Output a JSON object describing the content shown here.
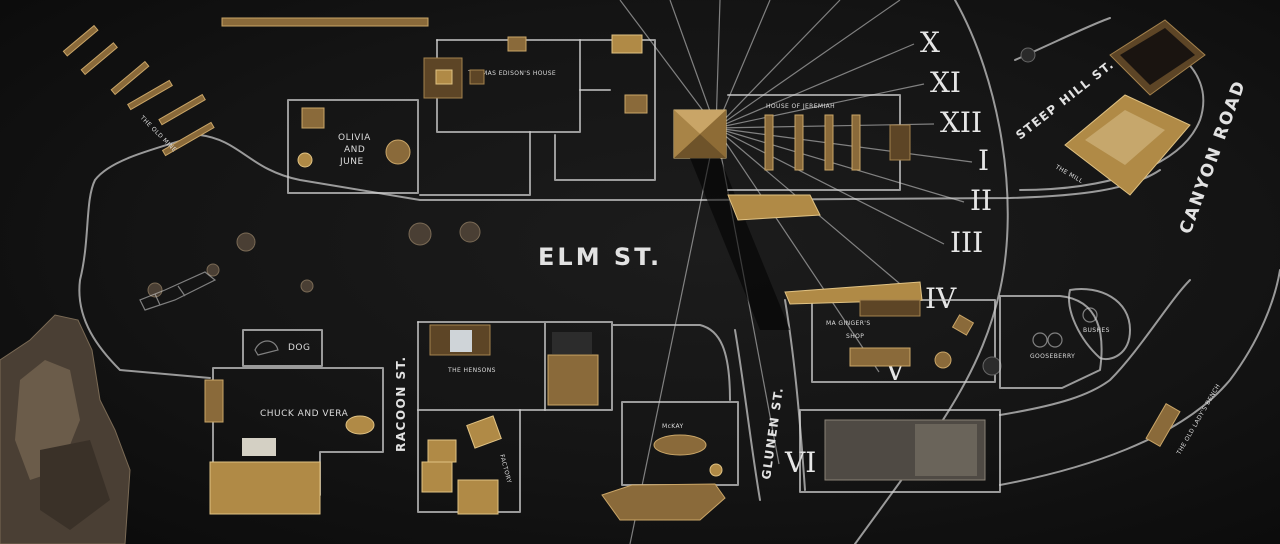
{
  "map": {
    "streets": {
      "elm": "ELM ST.",
      "canyon": "CANYON ROAD",
      "steep_hill": "STEEP HILL ST.",
      "racoon": "RACOON ST.",
      "glunen": "GLUNEN ST."
    },
    "places": {
      "thomas_edison": "THOMAS EDISON'S HOUSE",
      "olivia_june_1": "OLIVIA",
      "olivia_june_2": "AND",
      "olivia_june_3": "JUNE",
      "jeremiah": "HOUSE OF JEREMIAH",
      "hensons": "THE HENSONS",
      "dog": "DOG",
      "chuck_vera": "CHUCK AND VERA",
      "mckay": "McKAY",
      "ma_ginger": "MA GINGER'S",
      "ma_ginger_2": "SHOP",
      "factory": "FACTORY",
      "mill": "THE MILL",
      "old_mine": "THE OLD MINE",
      "gooseberry": "GOOSEBERRY",
      "bushes": "BUSHES",
      "old_lady": "THE OLD LADY'S BENCH"
    },
    "sundial_numerals": [
      "X",
      "XI",
      "XII",
      "I",
      "II",
      "III",
      "IV",
      "V",
      "VI"
    ]
  }
}
